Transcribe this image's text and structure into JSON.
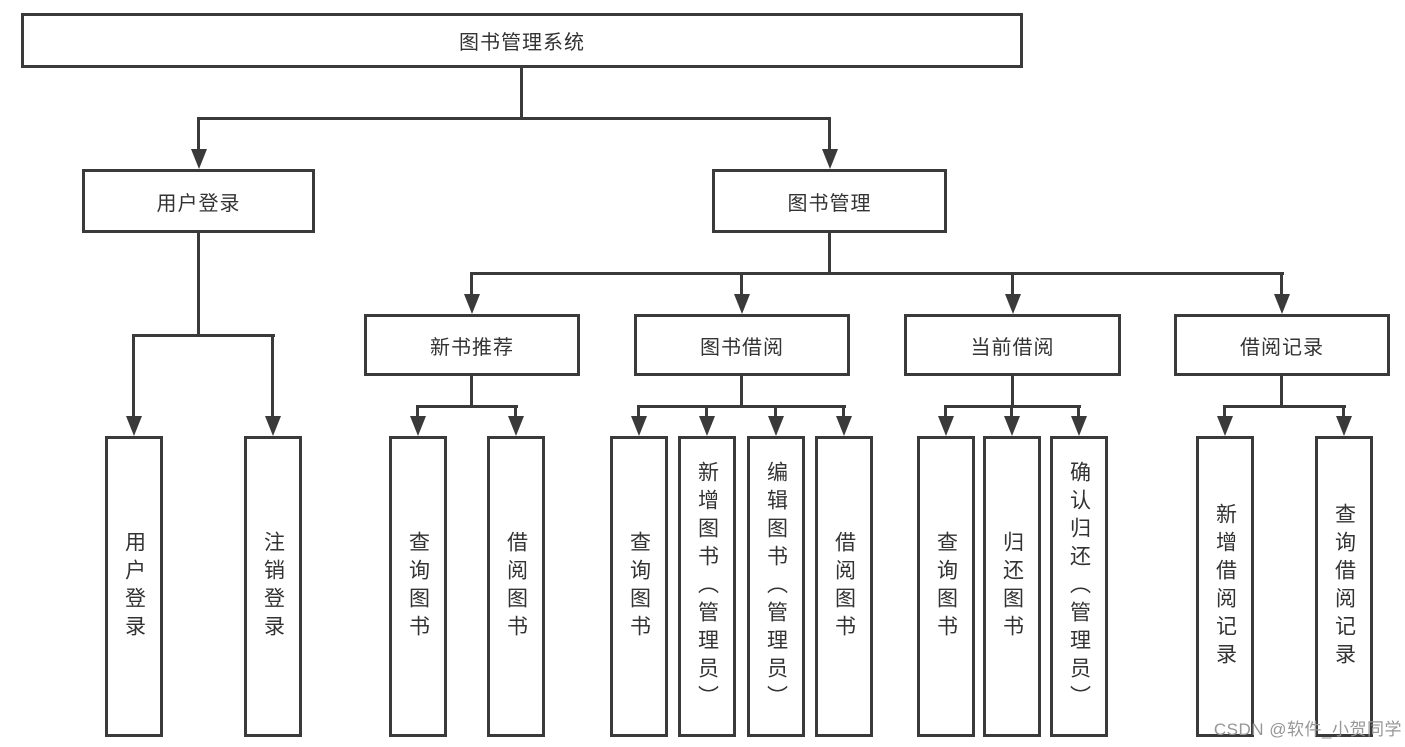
{
  "tree": {
    "label": "图书管理系统",
    "children": [
      {
        "label": "用户登录",
        "children": [
          {
            "label": "用户登录"
          },
          {
            "label": "注销登录"
          }
        ]
      },
      {
        "label": "图书管理",
        "children": [
          {
            "label": "新书推荐",
            "children": [
              {
                "label": "查询图书"
              },
              {
                "label": "借阅图书"
              }
            ]
          },
          {
            "label": "图书借阅",
            "children": [
              {
                "label": "查询图书"
              },
              {
                "label": "新增图书（管理员）"
              },
              {
                "label": "编辑图书（管理员）"
              },
              {
                "label": "借阅图书"
              }
            ]
          },
          {
            "label": "当前借阅",
            "children": [
              {
                "label": "查询图书"
              },
              {
                "label": "归还图书"
              },
              {
                "label": "确认归还（管理员）"
              }
            ]
          },
          {
            "label": "借阅记录",
            "children": [
              {
                "label": "新增借阅记录"
              },
              {
                "label": "查询借阅记录"
              }
            ]
          }
        ]
      }
    ]
  },
  "watermark": {
    "text": "CSDN @软件_小贺同学"
  },
  "colors": {
    "line": "#3a3a3a",
    "text": "#333333",
    "background": "#ffffff",
    "watermark": "#969696"
  }
}
